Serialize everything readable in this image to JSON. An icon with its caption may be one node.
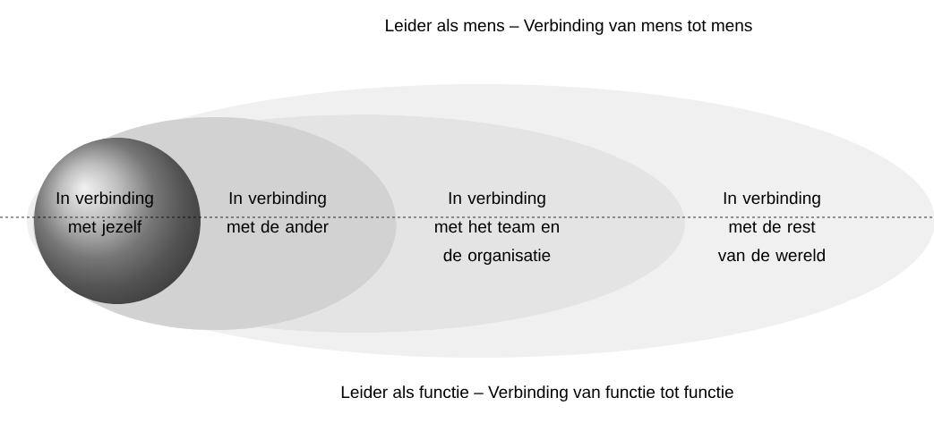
{
  "diagram": {
    "nodes": [
      {
        "text": [
          "In verbinding met de rest van de wereld"
        ]
      },
      {
        "text": [
          "In verbinding met het team en de organisatie"
        ],
        "in": 0
      },
      {
        "text": [
          "In verbinding met de ander"
        ],
        "in": 1
      },
      {
        "text": [
          "In verbinding met jezelf"
        ],
        "in": 2
      }
    ],
    "labels": [
      "Leider als mens – Verbinding van mens tot mens",
      "Leider als functie – Verbinding van functie tot functie"
    ]
  }
}
